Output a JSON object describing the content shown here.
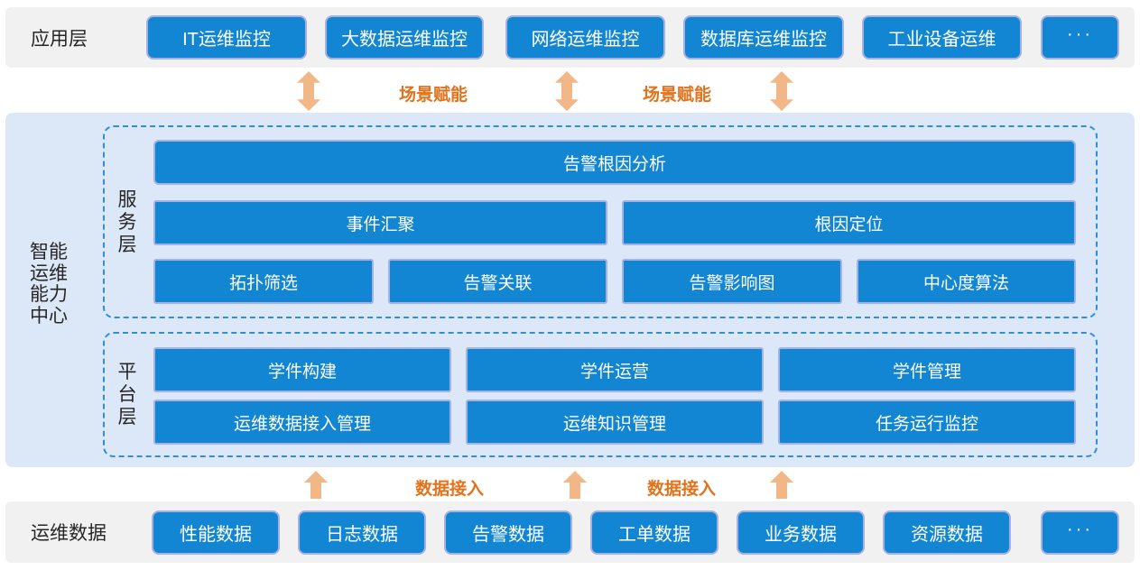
{
  "app_layer": {
    "label": "应用层",
    "boxes": [
      "IT运维监控",
      "大数据运维监控",
      "网络运维监控",
      "数据库运维监控",
      "工业设备运维",
      "···"
    ]
  },
  "scene_links": {
    "labels": [
      "场景赋能",
      "场景赋能"
    ]
  },
  "center": {
    "title_lines": [
      "智能",
      "运维",
      "能力",
      "中心"
    ],
    "service_layer": {
      "label_chars": [
        "服",
        "务",
        "层"
      ],
      "row1": [
        "告警根因分析"
      ],
      "row2": [
        "事件汇聚",
        "根因定位"
      ],
      "row3": [
        "拓扑筛选",
        "告警关联",
        "告警影响图",
        "中心度算法"
      ]
    },
    "platform_layer": {
      "label_chars": [
        "平",
        "台",
        "层"
      ],
      "row1": [
        "学件构建",
        "学件运营",
        "学件管理"
      ],
      "row2": [
        "运维数据接入管理",
        "运维知识管理",
        "任务运行监控"
      ]
    }
  },
  "data_links": {
    "labels": [
      "数据接入",
      "数据接入"
    ]
  },
  "data_layer": {
    "label": "运维数据",
    "boxes": [
      "性能数据",
      "日志数据",
      "告警数据",
      "工单数据",
      "业务数据",
      "资源数据",
      "···"
    ]
  },
  "colors": {
    "box_blue": "#1286d3",
    "box_border": "#a6b2e2",
    "band_blue": "#dce8f7",
    "band_gray": "#f1f1f2",
    "accent_orange": "#e2731c",
    "arrow_orange": "#f2b787",
    "dashed_blue": "#2e8fd9"
  }
}
